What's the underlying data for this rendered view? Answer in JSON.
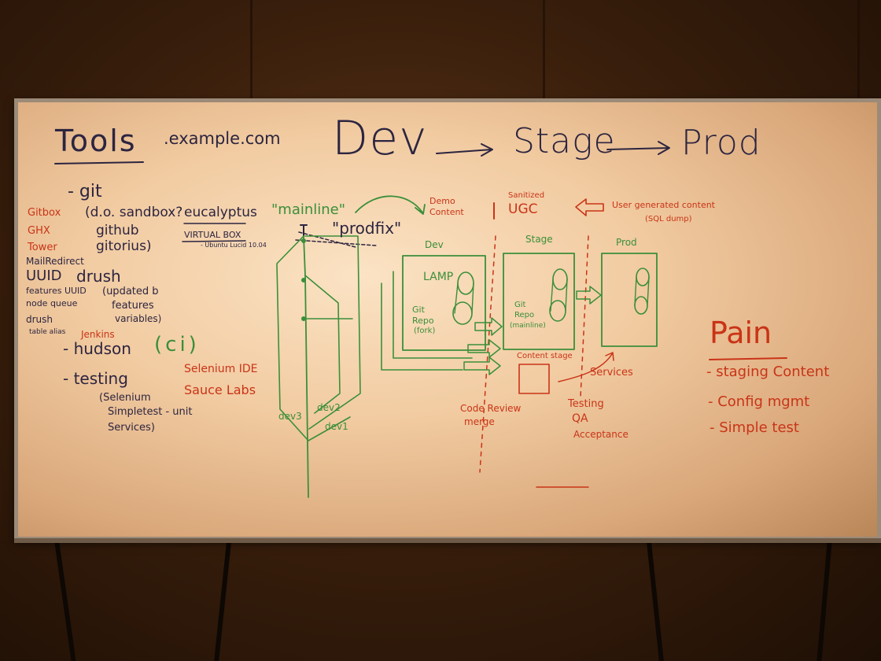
{
  "tools_section": {
    "title": "Tools",
    "domain": ".example.com",
    "git": "- git",
    "git_hosts": [
      "(d.o. sandbox?",
      "eucalyptus",
      "github",
      "gitorius)"
    ],
    "virtualbox": "VIRTUAL BOX",
    "ubuntu": "- Ubuntu Lucid 10.04",
    "git_clients": [
      "Gitbox",
      "GHX",
      "Tower"
    ],
    "misc_tools": [
      "MailRedirect",
      "UUID",
      "features UUID",
      "node queue",
      "drush",
      "table alias"
    ],
    "drush": "drush",
    "drush_note": [
      "(updated b",
      "features",
      "variables)"
    ],
    "jenkins": "Jenkins",
    "hudson": "- hudson",
    "ci": "(ci)",
    "testing": "- testing",
    "testing_tools": [
      "(Selenium",
      "Simpletest - unit",
      "Services)"
    ],
    "selenium_ide": "Selenium IDE",
    "sauce_labs": "Sauce Labs"
  },
  "pipeline": {
    "stages": [
      "Dev",
      "Stage",
      "Prod"
    ],
    "mainline": "\"mainline\"",
    "prodfix": "\"prodfix\"",
    "branches": [
      "dev3",
      "dev2",
      "dev1"
    ],
    "demo_content": [
      "Demo",
      "Content"
    ],
    "sanitized": "Sanitized",
    "ugc": "UGC",
    "user_generated": "User generated content",
    "sql_dump": "(SQL dump)",
    "box_labels": [
      "Dev",
      "Stage",
      "Prod"
    ],
    "lamp": "LAMP",
    "git_repo_fork": [
      "Git",
      "Repo",
      "(fork)"
    ],
    "git_repo_mainline": [
      "Git",
      "Repo",
      "(mainline)"
    ],
    "content_stage": "Content stage",
    "services": "Services",
    "code_review": [
      "Code Review",
      "merge"
    ],
    "testing_qa": [
      "Testing",
      "QA",
      "Acceptance"
    ]
  },
  "pain_section": {
    "title": "Pain",
    "items": [
      "- staging Content",
      "- Config mgmt",
      "- Simple test"
    ]
  },
  "colors": {
    "black_marker": "#2c2540",
    "red_marker": "#c93417",
    "green_marker": "#3b8f3a",
    "board": "#f1caa0"
  }
}
